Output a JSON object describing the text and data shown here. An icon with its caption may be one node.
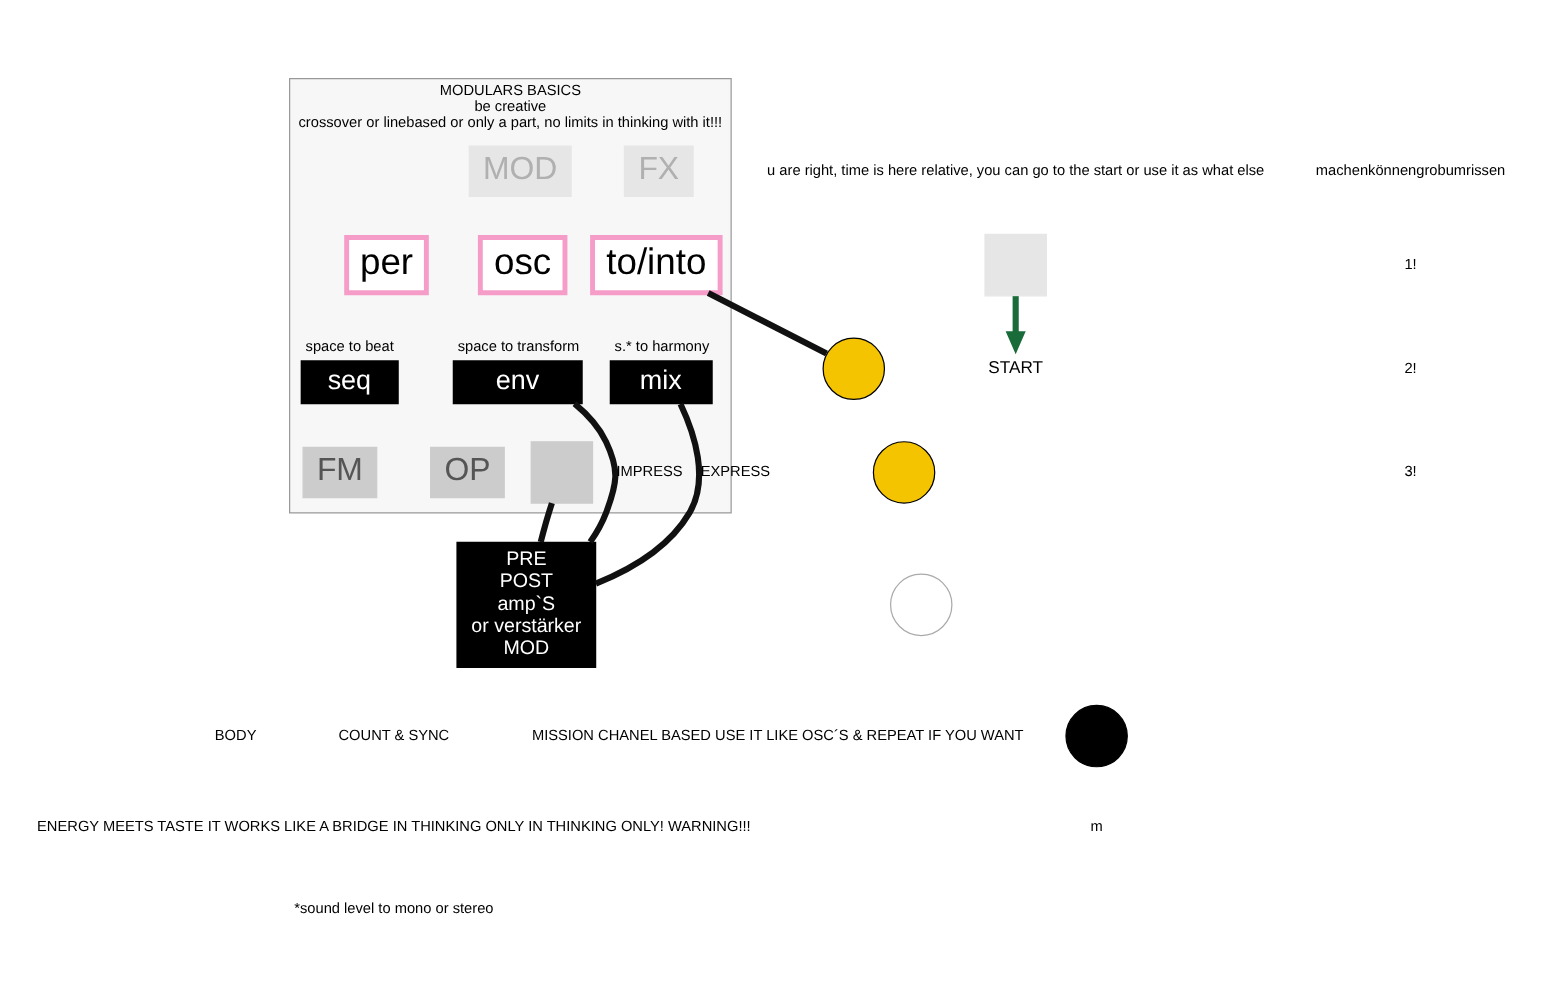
{
  "diagram": {
    "nodes": [
      {
        "text": [
          "MODULARS BASICS",
          "be creative",
          "crossover or linebased or only a part, no limits in thinking with it!!!"
        ]
      },
      {
        "text": [
          "MOD"
        ],
        "in": 0
      },
      {
        "text": [
          "FX"
        ],
        "in": 0
      },
      {
        "text": [
          "OP"
        ],
        "in": 0
      },
      {
        "text": [
          "FM"
        ],
        "in": 0
      },
      {
        "text": [
          "osc"
        ],
        "in": 0
      },
      {
        "text": [
          "per"
        ],
        "in": 0
      },
      {
        "text": [
          "to/into"
        ],
        "in": 0
      },
      {
        "text": [
          "env"
        ],
        "in": 0,
        "beside": [
          "space to transform"
        ]
      },
      {
        "text": [
          "seq"
        ],
        "in": 0,
        "beside": [
          "space to beat"
        ]
      },
      {
        "text": [
          "mix"
        ],
        "in": 0,
        "beside": [
          "s.* to harmony"
        ]
      },
      {
        "text": [
          "PRE",
          "POST",
          "amp`S",
          "or verstärker",
          "MOD"
        ]
      },
      {
        "text": [],
        "shape": "circle"
      },
      {
        "text": [],
        "shape": "circle"
      },
      {
        "text": [],
        "shape": "circle"
      },
      {
        "text": [],
        "shape": "circle"
      },
      {
        "text": [
          "START"
        ]
      },
      {
        "text": [],
        "shape": "box"
      },
      {
        "text": [],
        "shape": "box",
        "in": 0
      }
    ],
    "edges": [
      {
        "from": 17,
        "to": 16,
        "arrow": "to",
        "color": "#1a6b3a"
      },
      {
        "from": 7,
        "to": 12,
        "arrow": "none"
      },
      {
        "from": 8,
        "to": 11,
        "arrow": "none",
        "label": "IMPRESS"
      },
      {
        "from": 11,
        "to": 10,
        "arrow": "none",
        "label": "EXPRESS"
      },
      {
        "from": 11,
        "to": 18,
        "arrow": "none"
      }
    ],
    "labels": [
      "machenkönnengrobumrissen",
      "1!",
      "2!",
      "3!",
      "u are right, time is here relative, you can go to the start or use it as what else",
      "BODY",
      "COUNT & SYNC",
      "MISSION CHANEL BASED USE IT LIKE OSC´S & REPEAT IF YOU WANT",
      "ENERGY MEETS TASTE IT WORKS LIKE A BRIDGE IN THINKING ONLY IN THINKING ONLY! WARNING!!!",
      "*sound level to mono or stereo",
      "m"
    ]
  }
}
